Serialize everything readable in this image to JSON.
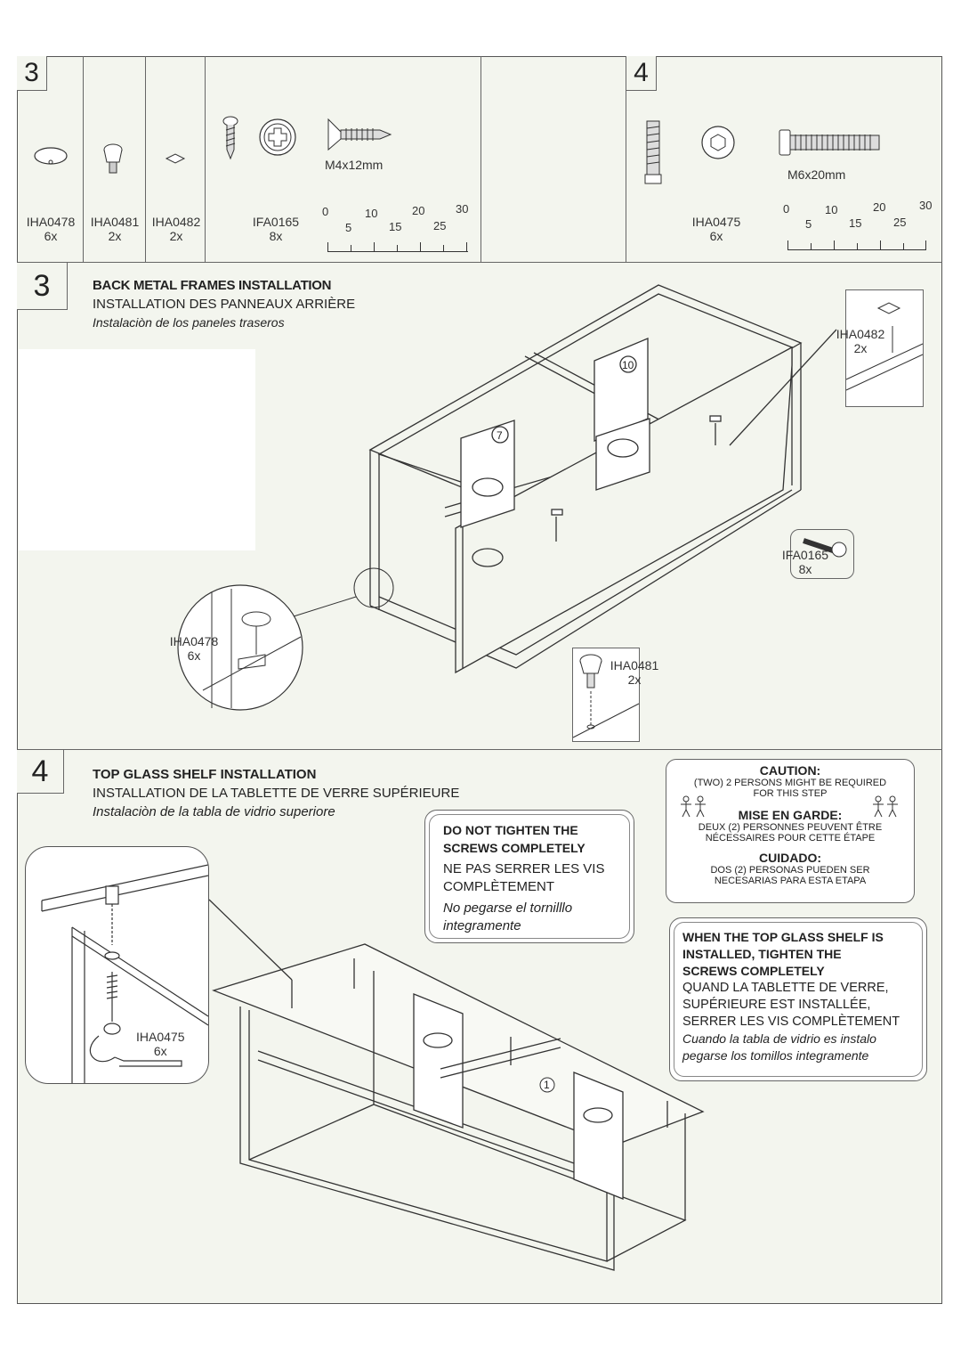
{
  "parts_top": {
    "step3_number": "3",
    "step4_number": "4",
    "parts": [
      {
        "code": "IHA0478",
        "qty": "6x"
      },
      {
        "code": "IHA0481",
        "qty": "2x"
      },
      {
        "code": "IHA0482",
        "qty": "2x"
      },
      {
        "code": "IFA0165",
        "qty": "8x"
      },
      {
        "code": "IHA0475",
        "qty": "6x"
      }
    ],
    "screw_size_left": "M4x12mm",
    "screw_size_right": "M6x20mm",
    "ruler_labels_top": [
      "0",
      "10",
      "20",
      "30"
    ],
    "ruler_labels_bottom": [
      "5",
      "15",
      "25"
    ]
  },
  "step3": {
    "number": "3",
    "title_en": "BACK METAL FRAMES INSTALLATION",
    "title_fr": "INSTALLATION  DES PANNEAUX ARRIÈRE",
    "title_es_italic": "Instalaciòn",
    "title_es_rest": " de los paneles traseros",
    "callouts": [
      {
        "code": "IHA0482",
        "qty": "2x"
      },
      {
        "code": "IFA0165",
        "qty": "8x"
      },
      {
        "code": "IHA0478",
        "qty": "6x"
      },
      {
        "code": "IHA0481",
        "qty": "2x"
      }
    ],
    "panel_marks": [
      "10",
      "7"
    ]
  },
  "step4": {
    "number": "4",
    "title_en": "TOP GLASS SHELF INSTALLATION",
    "title_fr": "INSTALLATION DE LA TABLETTE DE VERRE SUPÉRIEURE",
    "title_es": "Instalaciòn de la tabla de vidrio superiore",
    "callout": {
      "code": "IHA0475",
      "qty": "6x"
    },
    "panel_mark": "1",
    "caution": {
      "h1": "CAUTION:",
      "t1a": "(TWO) 2 PERSONS MIGHT BE REQUIRED",
      "t1b": "FOR THIS STEP",
      "h2": "MISE EN GARDE:",
      "t2a": "DEUX (2) PERSONNES PEUVENT ÊTRE",
      "t2b": "NÉCESSAIRES POUR CETTE ÉTAPE",
      "h3": "CUIDADO:",
      "t3a": "DOS (2) PERSONAS PUEDEN SER",
      "t3b": "NECESARIAS PARA ESTA ETAPA"
    },
    "note_loose": {
      "en_1": "DO NOT TIGHTEN THE",
      "en_2": "SCREWS COMPLETELY",
      "fr_1": "NE PAS SERRER LES VIS",
      "fr_2": "COMPLÈTEMENT",
      "es_1": "No pegarse el tornilllo",
      "es_2": "integramente"
    },
    "note_tight": {
      "en_1": "WHEN THE TOP GLASS SHELF IS",
      "en_2": "INSTALLED, TIGHTEN THE",
      "en_3": "SCREWS COMPLETELY",
      "fr_1": "QUAND LA TABLETTE DE VERRE,",
      "fr_2": "SUPÉRIEURE EST INSTALLÉE,",
      "fr_3": "SERRER LES VIS COMPLÈTEMENT",
      "es_1": "Cuando la tabla de vidrio es instalo",
      "es_2": "pegarse los tomillos integramente"
    }
  }
}
